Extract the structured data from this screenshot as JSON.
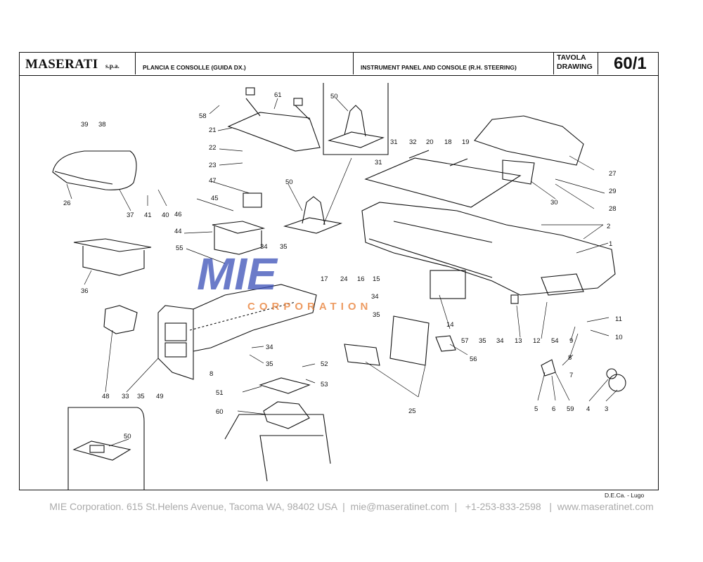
{
  "header": {
    "brand": "MASERATI",
    "brand_suffix": "s.p.a.",
    "title_it": "PLANCIA E CONSOLLE (GUIDA DX.)",
    "title_en": "INSTRUMENT PANEL AND CONSOLE (R.H. STEERING)",
    "tavola_label": "TAVOLA",
    "drawing_label": "DRAWING",
    "drawing_number": "60/1"
  },
  "credit": "D.E.Ca. - Lugo",
  "contact": "MIE Corporation. 615 St.Helens Avenue, Tacoma WA, 98402 USA  |  mie@maseratinet.com  |   +1-253-833-2598   |  www.maseratinet.com",
  "watermark": {
    "brand": "MIE",
    "sub": "CORPORATION"
  },
  "part_labels": {
    "p1": "1",
    "p2": "2",
    "p3": "3",
    "p4": "4",
    "p5": "5",
    "p6": "6",
    "p7": "7",
    "p8": "8",
    "p8b": "8",
    "p9": "9",
    "p10": "10",
    "p11": "11",
    "p12": "12",
    "p13": "13",
    "p14": "14",
    "p15": "15",
    "p16": "16",
    "p17": "17",
    "p18": "18",
    "p19": "19",
    "p20": "20",
    "p21": "21",
    "p22": "22",
    "p23": "23",
    "p24": "24",
    "p25": "25",
    "p26": "26",
    "p27": "27",
    "p28": "28",
    "p29": "29",
    "p30": "30",
    "p31": "31",
    "p31b": "31",
    "p32": "32",
    "p33": "33",
    "p34a": "34",
    "p34b": "34",
    "p34c": "34",
    "p35a": "35",
    "p35b": "35",
    "p35c": "35",
    "p35d": "35",
    "p35e": "35",
    "p36": "36",
    "p37": "37",
    "p38": "38",
    "p39": "39",
    "p40": "40",
    "p41": "41",
    "p44": "44",
    "p45": "45",
    "p46": "46",
    "p47": "47",
    "p48": "48",
    "p49": "49",
    "p50a": "50",
    "p50b": "50",
    "p50c": "50",
    "p51": "51",
    "p52": "52",
    "p53": "53",
    "p54": "54",
    "p55": "55",
    "p56": "56",
    "p57": "57",
    "p58": "58",
    "p59": "59",
    "p60": "60",
    "p61": "61",
    "p34d": "34"
  },
  "colors": {
    "ink": "#111111",
    "watermark_blue": "#3a4fb8",
    "watermark_orange": "#e87a2e",
    "footer_grey": "#aaaaaa"
  }
}
